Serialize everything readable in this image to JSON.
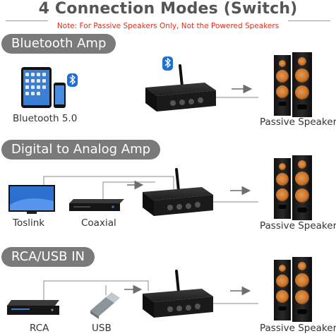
{
  "header": {
    "title": "4 Connection Modes (Switch)",
    "note": "Note: For Passive Speakers Only, Not the Powered Speakers"
  },
  "sections": [
    {
      "heading": "Bluetooth Amp",
      "source_labels": [
        "Bluetooth 5.0"
      ],
      "output_label": "Passive Speaker"
    },
    {
      "heading": "Digital to Analog Amp",
      "source_labels": [
        "Toslink",
        "Coaxial"
      ],
      "output_label": "Passive Speaker"
    },
    {
      "heading": "RCA/USB IN",
      "source_labels": [
        "RCA",
        "USB"
      ],
      "output_label": "Passive Speaker"
    }
  ],
  "colors": {
    "heading_pill": "#7a7a7a",
    "note_text": "#e0301e",
    "title_text": "#555555",
    "bluetooth_badge": "#1f6fd1",
    "speaker_cone": "#c8732a",
    "device_dark": "#1c1c1c"
  },
  "icons": [
    "bluetooth-icon",
    "tablet-icon",
    "phone-icon",
    "tv-icon",
    "dvd-player-icon",
    "bluray-player-icon",
    "usb-drive-icon",
    "amplifier-icon",
    "speaker-icon",
    "arrow-icon"
  ]
}
